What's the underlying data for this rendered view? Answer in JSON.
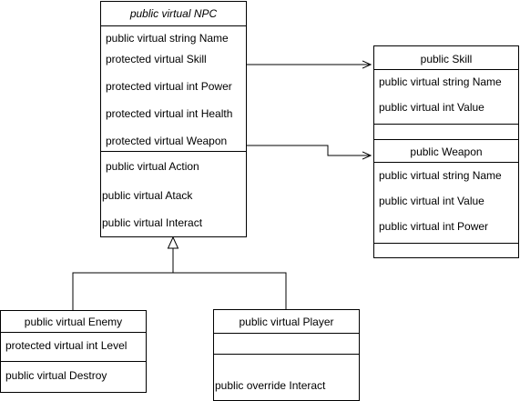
{
  "npc": {
    "title": "public virtual NPC",
    "attributes": [
      "public virtual string  Name",
      "protected virtual Skill",
      "protected virtual int Power",
      "protected virtual int Health",
      "protected virtual Weapon"
    ],
    "methods": [
      "public virtual Action",
      "public virtual Atack",
      "public virtual Interact"
    ]
  },
  "skill": {
    "title": "public Skill",
    "attributes": [
      "public virtual string Name",
      "public virtual int Value"
    ]
  },
  "weapon": {
    "title": "public Weapon",
    "attributes": [
      "public virtual string Name",
      "public virtual int Value",
      "public virtual int Power"
    ]
  },
  "enemy": {
    "title": "public virtual Enemy",
    "attributes": [
      "protected virtual int Level"
    ],
    "methods": [
      "public virtual Destroy"
    ]
  },
  "player": {
    "title": "public virtual Player",
    "methods": [
      "public override Interact"
    ]
  }
}
